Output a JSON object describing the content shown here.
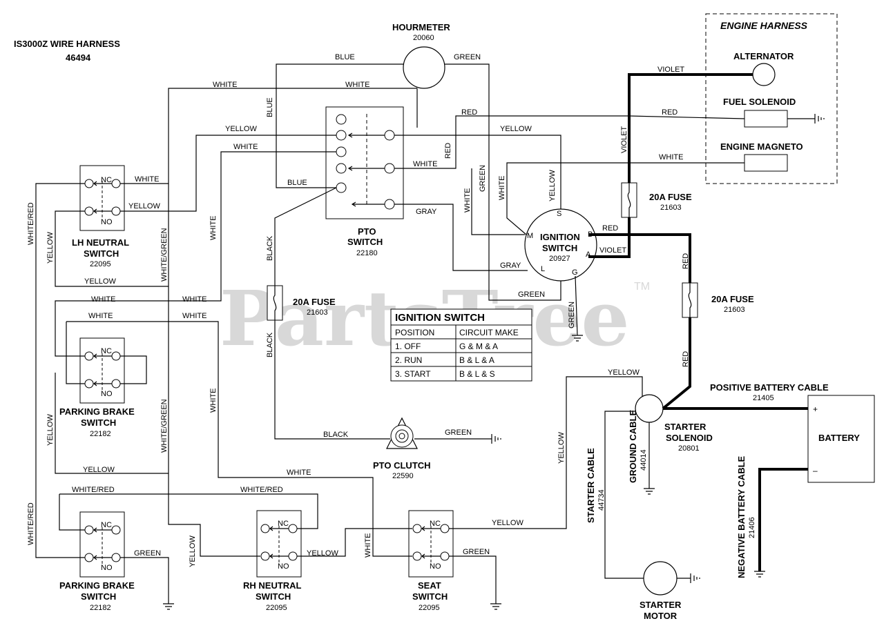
{
  "title": {
    "line1": "IS3000Z WIRE HARNESS",
    "line2": "46494"
  },
  "watermark": {
    "text": "PartsTree",
    "tm": "TM"
  },
  "engine_harness": {
    "title": "ENGINE HARNESS",
    "alternator": "ALTERNATOR",
    "fuel_solenoid": "FUEL SOLENOID",
    "engine_magneto": "ENGINE MAGNETO"
  },
  "components": {
    "hourmeter": {
      "name": "HOURMETER",
      "part": "20060"
    },
    "pto_switch": {
      "name1": "PTO",
      "name2": "SWITCH",
      "part": "22180"
    },
    "ignition_switch": {
      "name1": "IGNITION",
      "name2": "SWITCH",
      "part": "20927",
      "terminals": {
        "S": "S",
        "M": "M",
        "B": "B",
        "A": "A",
        "L": "L",
        "G": "G"
      }
    },
    "lh_neutral": {
      "name1": "LH NEUTRAL",
      "name2": "SWITCH",
      "part": "22095"
    },
    "parking_brake_1": {
      "name1": "PARKING BRAKE",
      "name2": "SWITCH",
      "part": "22182"
    },
    "parking_brake_2": {
      "name1": "PARKING BRAKE",
      "name2": "SWITCH",
      "part": "22182"
    },
    "rh_neutral": {
      "name1": "RH NEUTRAL",
      "name2": "SWITCH",
      "part": "22095"
    },
    "seat_switch": {
      "name1": "SEAT",
      "name2": "SWITCH",
      "part": "22095"
    },
    "pto_clutch": {
      "name": "PTO CLUTCH",
      "part": "22590"
    },
    "fuse_left": {
      "name": "20A FUSE",
      "part": "21603"
    },
    "fuse_violet": {
      "name": "20A FUSE",
      "part": "21603"
    },
    "fuse_red": {
      "name": "20A FUSE",
      "part": "21603"
    },
    "starter_solenoid": {
      "name1": "STARTER",
      "name2": "SOLENOID",
      "part": "20801"
    },
    "starter_motor": {
      "name1": "STARTER",
      "name2": "MOTOR"
    },
    "battery": {
      "name": "BATTERY",
      "plus": "+",
      "minus": "–"
    },
    "positive_cable": {
      "name": "POSITIVE BATTERY CABLE",
      "part": "21405"
    },
    "negative_cable": {
      "name": "NEGATIVE BATTERY CABLE",
      "part": "21406"
    },
    "ground_cable": {
      "name": "GROUND CABLE",
      "part": "44014"
    },
    "starter_cable": {
      "name": "STARTER CABLE",
      "part": "44734"
    }
  },
  "switch_labels": {
    "nc": "NC",
    "no": "NO"
  },
  "wires": {
    "white": "WHITE",
    "yellow": "YELLOW",
    "blue": "BLUE",
    "green": "GREEN",
    "red": "RED",
    "black": "BLACK",
    "gray": "GRAY",
    "violet": "VIOLET",
    "white_red": "WHITE/RED",
    "white_green": "WHITE/GREEN"
  },
  "ignition_table": {
    "title": "IGNITION SWITCH",
    "headers": [
      "POSITION",
      "CIRCUIT MAKE"
    ],
    "rows": [
      [
        "1. OFF",
        "G & M & A"
      ],
      [
        "2. RUN",
        "B & L & A"
      ],
      [
        "3. START",
        "B & L & S"
      ]
    ]
  },
  "colors": {
    "wire": "#000000",
    "watermark": "#d8d8d8"
  }
}
